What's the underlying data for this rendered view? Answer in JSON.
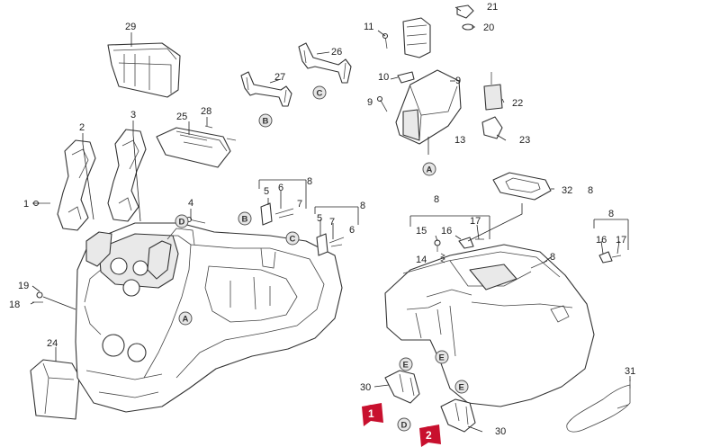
{
  "part_numbers": {
    "p1": "1",
    "p2": "2",
    "p3": "3",
    "p4": "4",
    "p5a": "5",
    "p5b": "5",
    "p6a": "6",
    "p6b": "6",
    "p7a": "7",
    "p7b": "7",
    "p8a": "8",
    "p8b": "8",
    "p8c": "8",
    "p8d": "8",
    "p8e": "8",
    "p8f": "8",
    "p9a": "9",
    "p9b": "9",
    "p10": "10",
    "p11": "11",
    "p13": "13",
    "p14": "14",
    "p15": "15",
    "p16a": "16",
    "p16b": "16",
    "p17a": "17",
    "p17b": "17",
    "p18": "18",
    "p19": "19",
    "p20": "20",
    "p21": "21",
    "p22": "22",
    "p23": "23",
    "p24": "24",
    "p25": "25",
    "p26": "26",
    "p27": "27",
    "p28": "28",
    "p29": "29",
    "p30a": "30",
    "p30b": "30",
    "p31": "31",
    "p32": "32"
  },
  "ref_letters": {
    "a1": "A",
    "a2": "A",
    "b1": "B",
    "b2": "B",
    "c1": "C",
    "c2": "C",
    "d1": "D",
    "d2": "D",
    "e1": "E",
    "e2": "E",
    "e3": "E"
  },
  "flags": {
    "f1": "1",
    "f2": "2"
  },
  "colors": {
    "flag": "#c8102e",
    "ref_fill": "#e6e6e6",
    "line": "#333333"
  }
}
